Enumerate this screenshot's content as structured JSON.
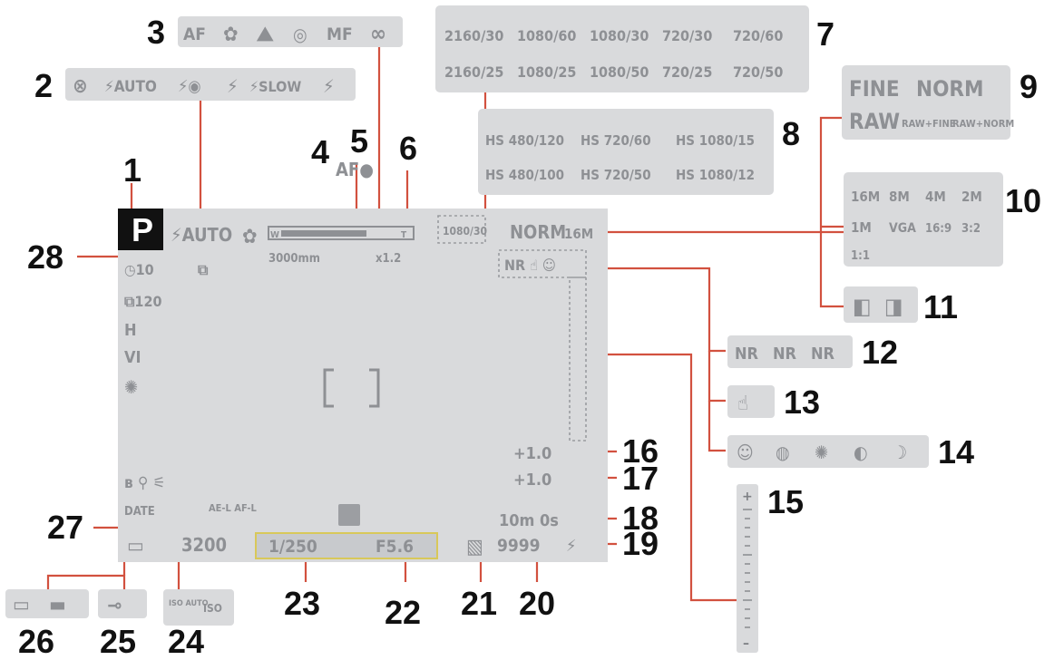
{
  "callouts": {
    "n1": "1",
    "n2": "2",
    "n3": "3",
    "n4": "4",
    "n5": "5",
    "n6": "6",
    "n7": "7",
    "n8": "8",
    "n9": "9",
    "n10": "10",
    "n11": "11",
    "n12": "12",
    "n13": "13",
    "n14": "14",
    "n15": "15",
    "n16": "16",
    "n17": "17",
    "n18": "18",
    "n19": "19",
    "n20": "20",
    "n21": "21",
    "n22": "22",
    "n23": "23",
    "n24": "24",
    "n25": "25",
    "n26": "26",
    "n27": "27",
    "n28": "28"
  },
  "focus_modes": [
    "AF",
    "✿",
    "⛰",
    "◎",
    "MF",
    "∞"
  ],
  "flash_modes": [
    "⊗",
    "⚡AUTO",
    "⚡◉",
    "⚡",
    "⚡SLOW",
    "⚡"
  ],
  "movie_modes": {
    "row1": [
      "2160/30",
      "1080/60",
      "1080/30",
      "720/30",
      "720/60"
    ],
    "row2": [
      "2160/25",
      "1080/25",
      "1080/50",
      "720/25",
      "720/50"
    ]
  },
  "hs_movies": {
    "row1": [
      "HS 480/120",
      "HS 720/60",
      "HS 1080/15"
    ],
    "row2": [
      "HS 480/100",
      "HS 720/50",
      "HS 1080/12"
    ]
  },
  "image_quality": {
    "row1": [
      "FINE",
      "NORM"
    ],
    "row2": [
      "RAW",
      "RAW+FINE",
      "RAW+NORM"
    ]
  },
  "image_size": [
    "16M",
    "8M",
    "4M",
    "2M",
    "1M",
    "VGA",
    "16:9",
    "3:2",
    "1:1"
  ],
  "icon_11": [
    "◧",
    "◨"
  ],
  "icon_12": [
    "NR",
    "NR",
    "NR"
  ],
  "icon_13": "☝",
  "icon_14": [
    "☺",
    "◍",
    "✺",
    "◐",
    "☽"
  ],
  "screen": {
    "mode": "P",
    "flash": "⚡AUTO",
    "focus": "✿",
    "zoom_w": "W",
    "zoom_t": "T",
    "af_indicator": "AF●",
    "focal_length": "3000mm",
    "digital_zoom": "x1.2",
    "movie_mode": "1080/30",
    "quality": "NORM",
    "size": "16M",
    "nr_icons": "NR ☝ ☺",
    "self_timer": "◷10",
    "continuous": "⧉",
    "burst": "⧉120",
    "interval": "H",
    "picture_control": "VI",
    "wb": "✺",
    "wireless": "ʙ ⚲ ⚟",
    "date_stamp": "DATE",
    "aeaf_lock": "AE-L AF-L",
    "iso": "3200",
    "shutter": "1/250",
    "aperture": "F5.6",
    "no_card": "▧",
    "exposures": "9999",
    "flash_ready": "⚡",
    "flash_comp": "+1.0",
    "exp_comp": "+1.0",
    "movie_time": "10m 0s",
    "battery": "▭"
  },
  "battery_icons": [
    "▭",
    "▬"
  ],
  "ac_adapter": "⊸",
  "iso_icons": [
    "ISO AUTO",
    "ISO"
  ],
  "scale_15": [
    "+",
    "–"
  ]
}
